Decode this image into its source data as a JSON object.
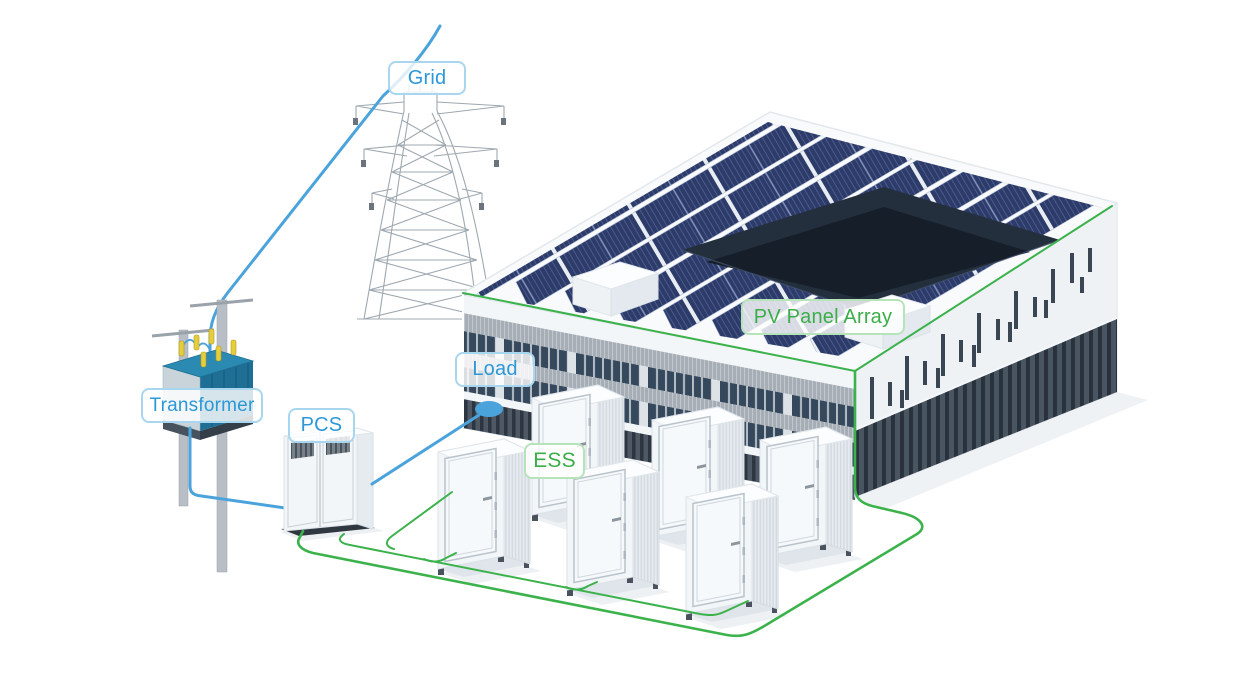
{
  "scene": {
    "labels": {
      "grid": "Grid",
      "transformer": "Transformer",
      "pcs": "PCS",
      "load": "Load",
      "ess": "ESS",
      "pv_panel_array": "PV Panel Array"
    },
    "ess_container_count": 6,
    "colors": {
      "blue_label": "#2B98D8",
      "blue_label_border": "#A9D6EF",
      "blue_line": "#4BA3DC",
      "green_label": "#3BAE49",
      "green_label_border": "#B7E3BA",
      "green_line": "#3CB24C",
      "pv_panel": "#2D3B69",
      "transformer_teal": "#2B8AB2",
      "bushing_yellow": "#E5CE3E"
    },
    "connections": [
      {
        "from": "Grid",
        "to": "Transformer",
        "color": "blue"
      },
      {
        "from": "Transformer",
        "to": "PCS",
        "color": "blue"
      },
      {
        "from": "Load",
        "to": "PCS",
        "color": "blue"
      },
      {
        "from": "PCS",
        "to": "ESS",
        "color": "green"
      },
      {
        "from": "ESS",
        "to": "PV Panel Array",
        "color": "green"
      }
    ]
  }
}
